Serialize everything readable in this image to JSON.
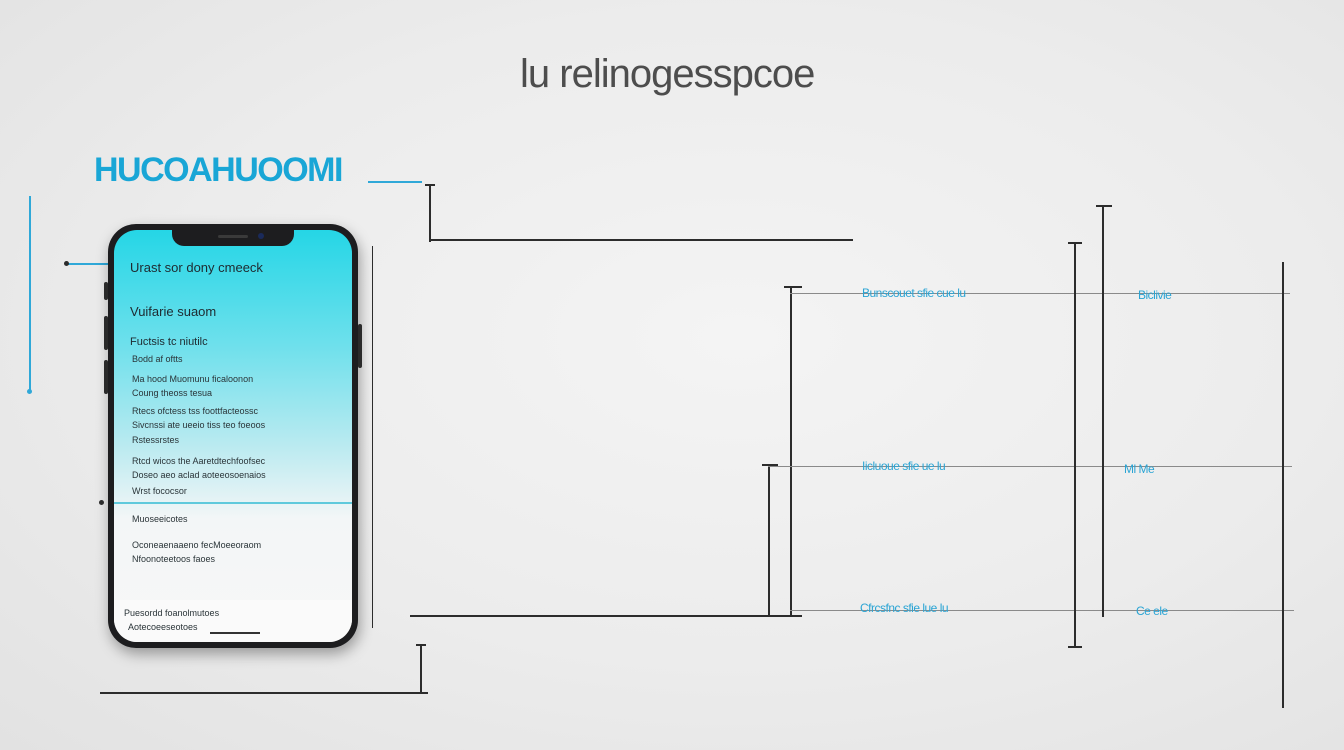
{
  "header": {
    "title": "lu relinogesspcoe",
    "brand": "HUCOAHUOOMI"
  },
  "phone": {
    "status_title": "Urast sor dony cmeeck",
    "section_title": "Vuifarie suaom",
    "subheading": "Fuctsis tc niutilc",
    "items": [
      "Bodd af oftts",
      "Ma hood Muomunu ficaloonon",
      "Coung theoss tesua",
      "Rtecs ofctess tss foottfacteossc",
      "Sivcnssi ate ueeio tiss teo foeoos",
      "Rstessrstes",
      "Rtcd wicos the Aaretdtechfoofsec",
      "Doseo aeo aclad aoteeosoenaios",
      "Wrst  fococsor",
      "Muoseeicotes",
      "Oconeaenaaeno fecMoeeoraom",
      "Nfoonoteetoos faoes"
    ],
    "footer_text": "Puesordd foanolmutoes",
    "footer_sub": "Aotecoeeseotoes"
  },
  "rows": [
    {
      "label_left": "Bunscouet  sfie  cue  lu",
      "label_right": "Biclivie"
    },
    {
      "label_left": "Iicluoue  sfie  ue  lu",
      "label_right": "Ml  Me"
    },
    {
      "label_left": "Cfrcsfnc  sfie  lue  lu",
      "label_right": "Ce  ele"
    }
  ],
  "colors": {
    "accent": "#19a6d6",
    "line": "#2c2c2c",
    "background": "#ececec"
  }
}
